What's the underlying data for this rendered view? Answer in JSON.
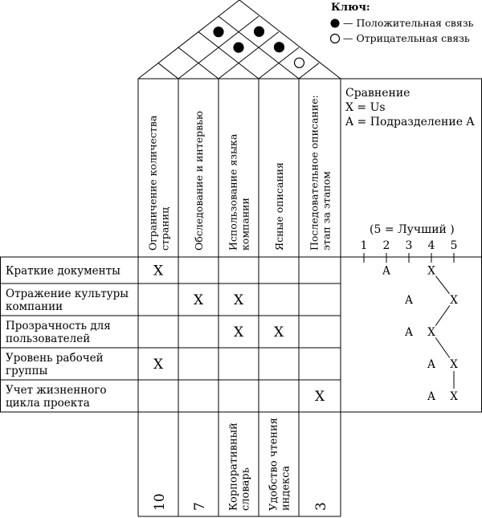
{
  "key": {
    "title": "Ключ:",
    "positive": "— Положительная связь",
    "negative": "— Отрицательная связь"
  },
  "comparison": {
    "title": "Сравнение",
    "x_legend": "X = Us",
    "a_legend": "A = Подразделение A",
    "scale_label": "(5 = Лучший )",
    "scale_ticks": [
      "1",
      "2",
      "3",
      "4",
      "5"
    ]
  },
  "columns": [
    {
      "label_lines": [
        "Ограничение количества",
        "страниц"
      ],
      "bottom": "10"
    },
    {
      "label_lines": [
        "Обследование и интервью"
      ],
      "bottom": "7"
    },
    {
      "label_lines": [
        "Использование языка",
        "компании"
      ],
      "bottom_lines": [
        "Корпоративный",
        "словарь"
      ]
    },
    {
      "label_lines": [
        "Ясные описания"
      ],
      "bottom_lines": [
        "Удобство чтения",
        "индекса"
      ]
    },
    {
      "label_lines": [
        "Последовательное описание:",
        "этап за этапом"
      ],
      "bottom": "3"
    }
  ],
  "rows": [
    {
      "label_lines": [
        "Краткие документы"
      ],
      "marks": [
        "X",
        "",
        "",
        "",
        ""
      ],
      "a": 2,
      "x": 4
    },
    {
      "label_lines": [
        "Отражение культуры",
        "компании"
      ],
      "marks": [
        "",
        "X",
        "X",
        "",
        ""
      ],
      "a": 3,
      "x": 5
    },
    {
      "label_lines": [
        "Прозрачность для",
        "пользователей"
      ],
      "marks": [
        "",
        "",
        "X",
        "X",
        ""
      ],
      "a": 3,
      "x": 4
    },
    {
      "label_lines": [
        "Уровень рабочей",
        "группы"
      ],
      "marks": [
        "X",
        "",
        "",
        "",
        ""
      ],
      "a": 4,
      "x": 5
    },
    {
      "label_lines": [
        "Учет жизненного",
        "цикла проекта"
      ],
      "marks": [
        "",
        "",
        "",
        "",
        "X"
      ],
      "a": 4,
      "x": 5
    }
  ],
  "roof_correlations": [
    {
      "pair": [
        4,
        5
      ],
      "type": "negative"
    },
    {
      "pair": [
        2,
        4
      ],
      "type": "positive"
    },
    {
      "pair": [
        3,
        5
      ],
      "type": "positive"
    },
    {
      "pair": [
        1,
        4
      ],
      "type": "positive"
    },
    {
      "pair": [
        2,
        5
      ],
      "type": "positive"
    }
  ],
  "symbols": {
    "row_mark": "X",
    "competitor_mark": "A"
  }
}
